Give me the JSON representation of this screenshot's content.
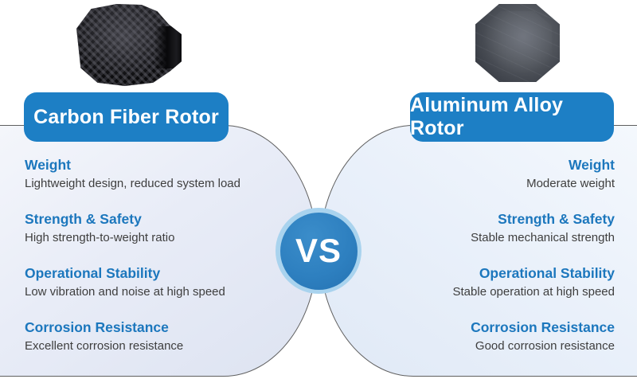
{
  "left_column": {
    "title": "Carbon Fiber Rotor",
    "features": [
      {
        "label": "Weight",
        "desc": "Lightweight design, reduced system load"
      },
      {
        "label": "Strength & Safety",
        "desc": "High strength-to-weight ratio"
      },
      {
        "label": "Operational Stability",
        "desc": "Low vibration and noise at high speed"
      },
      {
        "label": "Corrosion Resistance",
        "desc": "Excellent corrosion resistance"
      }
    ]
  },
  "right_column": {
    "title": "Aluminum Alloy Rotor",
    "features": [
      {
        "label": "Weight",
        "desc": "Moderate weight"
      },
      {
        "label": "Strength & Safety",
        "desc": "Stable mechanical strength"
      },
      {
        "label": "Operational Stability",
        "desc": "Stable operation at high speed"
      },
      {
        "label": "Corrosion Resistance",
        "desc": "Good corrosion resistance"
      }
    ]
  },
  "center": {
    "vs_label": "VS"
  },
  "colors": {
    "accent_blue": "#1d7fc5",
    "heading_blue": "#1c77bd",
    "vs_circle_blue": "#2e80c0",
    "vs_ring_blue": "#a9d3ee",
    "panel_left_bg": "#e8ecf7",
    "panel_right_bg": "#e9f0fa",
    "body_text": "#3e3e3e",
    "panel_border": "#5f5f5f"
  }
}
